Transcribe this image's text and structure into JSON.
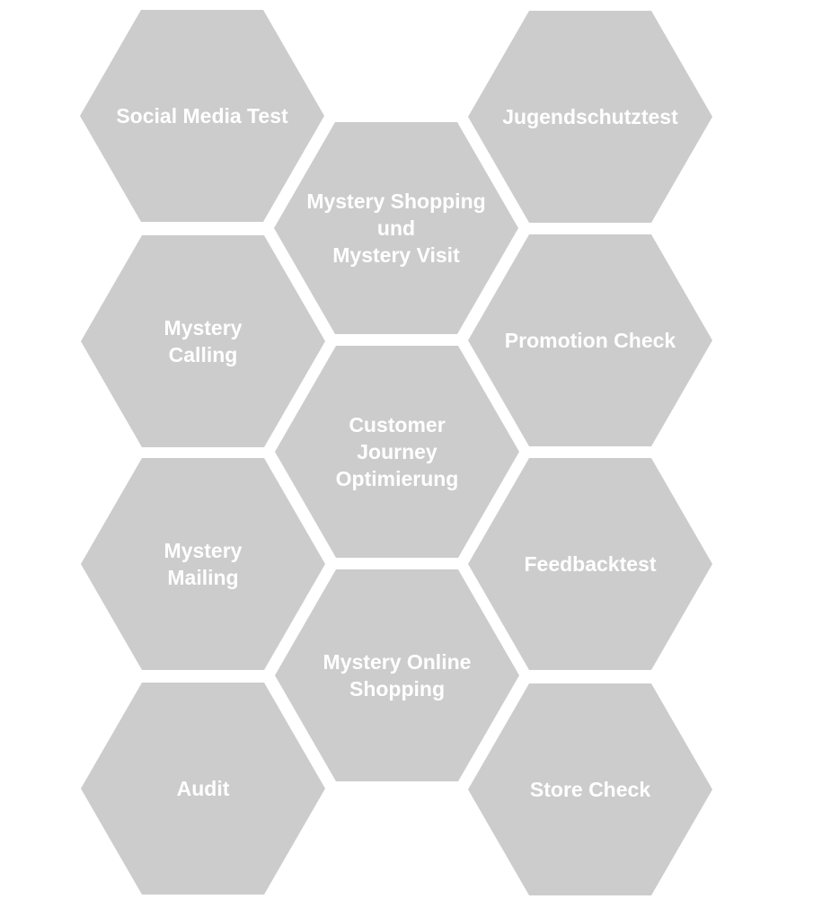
{
  "colors": {
    "hex_fill": "#cccccc",
    "label": "#ffffff",
    "background": "#ffffff"
  },
  "hexagons": [
    {
      "id": "social-media-test",
      "lines": [
        "Social Media Test"
      ]
    },
    {
      "id": "jugendschutztest",
      "lines": [
        "Jugendschutztest"
      ]
    },
    {
      "id": "mystery-shopping",
      "lines": [
        "Mystery Shopping",
        "und",
        "Mystery Visit"
      ]
    },
    {
      "id": "mystery-calling",
      "lines": [
        "Mystery",
        "Calling"
      ]
    },
    {
      "id": "promotion-check",
      "lines": [
        "Promotion Check"
      ]
    },
    {
      "id": "customer-journey",
      "lines": [
        "Customer",
        "Journey",
        "Optimierung"
      ]
    },
    {
      "id": "mystery-mailing",
      "lines": [
        "Mystery",
        "Mailing"
      ]
    },
    {
      "id": "feedbacktest",
      "lines": [
        "Feedbacktest"
      ]
    },
    {
      "id": "mystery-online-shopping",
      "lines": [
        "Mystery Online",
        "Shopping"
      ]
    },
    {
      "id": "audit",
      "lines": [
        "Audit"
      ]
    },
    {
      "id": "store-check",
      "lines": [
        "Store Check"
      ]
    }
  ]
}
